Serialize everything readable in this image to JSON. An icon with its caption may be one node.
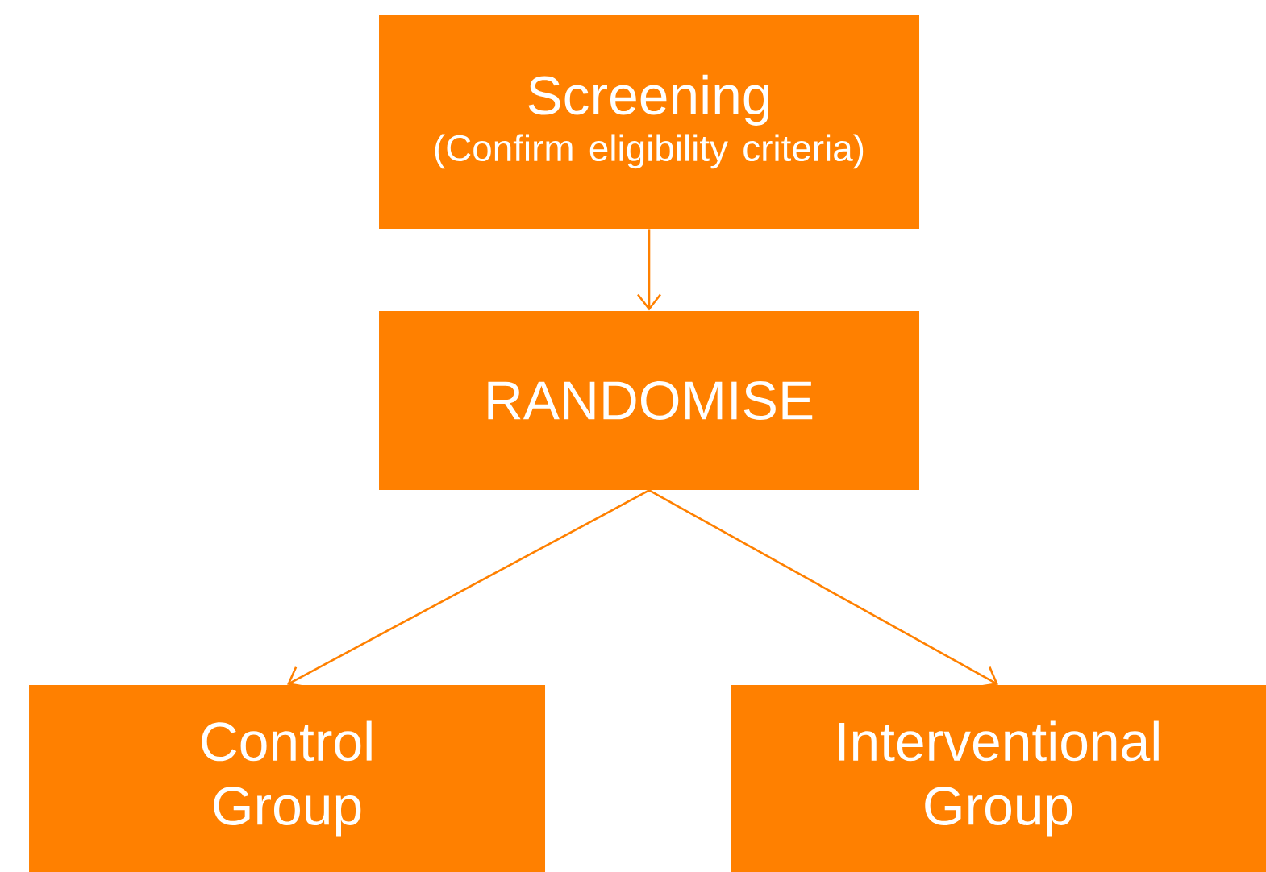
{
  "diagram": {
    "nodes": [
      {
        "text": [
          "Screening",
          "(Confirm eligibility criteria)"
        ]
      },
      {
        "text": [
          "RANDOMISE"
        ]
      },
      {
        "text": [
          "Control Group"
        ]
      },
      {
        "text": [
          "Interventional Group"
        ]
      }
    ],
    "edges": [
      {
        "from": 0,
        "to": 1,
        "arrow": "to"
      },
      {
        "from": 1,
        "to": 2,
        "arrow": "to"
      },
      {
        "from": 1,
        "to": 3,
        "arrow": "to"
      }
    ]
  }
}
